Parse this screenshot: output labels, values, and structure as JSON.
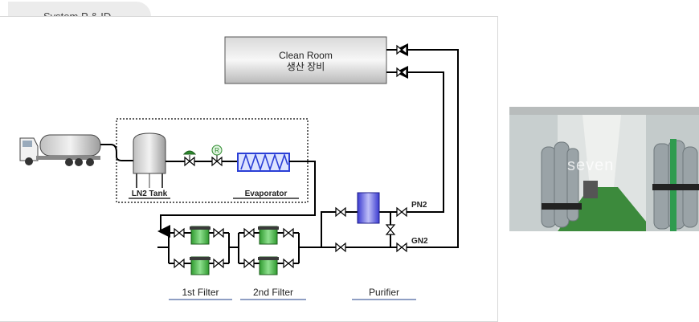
{
  "section_title": "System P & ID",
  "clean_room": {
    "line1": "Clean Room",
    "line2": "생산 장비"
  },
  "equipment_labels": {
    "tank": "LN2  Tank",
    "evaporator": "Evaporator"
  },
  "line_labels": {
    "pn2": "PN2",
    "gn2": "GN2"
  },
  "legend": {
    "filter1": "1st Filter",
    "filter2": "2nd Filter",
    "purifier": "Purifier"
  },
  "photo": {
    "watermark": "seven"
  },
  "colors": {
    "pipe": "#000000",
    "valve_green": "#2e8b2e",
    "filter_green": "#4fbf4f",
    "purifier_blue": "#5a5ae0",
    "evaporator_blue": "#2b3fd6",
    "legend_underline": "#1f3f8a"
  }
}
